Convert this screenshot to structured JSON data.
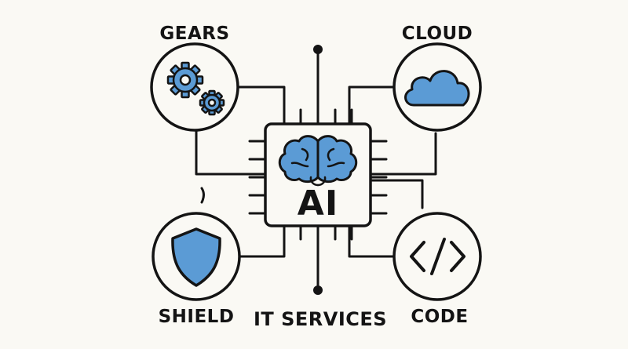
{
  "labels": {
    "gears": "GEARS",
    "cloud": "CLOUD",
    "shield": "SHIELD",
    "code": "CODE",
    "footer": "IT SERVICES",
    "chip": "AI"
  },
  "icons": {
    "top_left": "gears-icon",
    "top_right": "cloud-icon",
    "bottom_left": "shield-icon",
    "bottom_right": "code-icon",
    "center": "brain-icon"
  },
  "colors": {
    "accent_blue": "#5b9bd5",
    "stroke": "#141414",
    "background": "#faf9f4"
  }
}
